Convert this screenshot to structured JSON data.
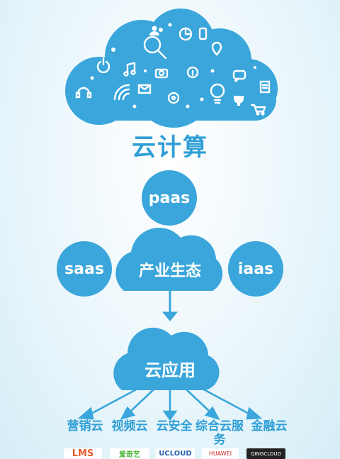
{
  "diagram": {
    "title": "云计算",
    "nodes": {
      "paas": "paas",
      "saas": "saas",
      "iaas": "iaas",
      "industry": "产业生态",
      "app": "云应用"
    },
    "services": [
      "营销云",
      "视频云",
      "云安全",
      "综合云服务",
      "金融云"
    ],
    "logos": [
      "LMS",
      "爱奇艺",
      "UCLOUD",
      "HUAWEI",
      "QINGCLOUD"
    ]
  },
  "colors": {
    "primary": "#3aa6db",
    "title": "#2f9fd6",
    "icon": "#ffffff"
  },
  "icons": [
    "search-icon",
    "wifi-icon",
    "lightbulb-icon",
    "cart-icon",
    "power-icon",
    "chat-icon",
    "pie-chart-icon",
    "headset-icon",
    "info-icon",
    "music-icon",
    "mail-icon",
    "gear-icon",
    "people-icon",
    "location-icon",
    "trophy-icon",
    "clipboard-icon",
    "camera-icon",
    "phone-icon"
  ]
}
